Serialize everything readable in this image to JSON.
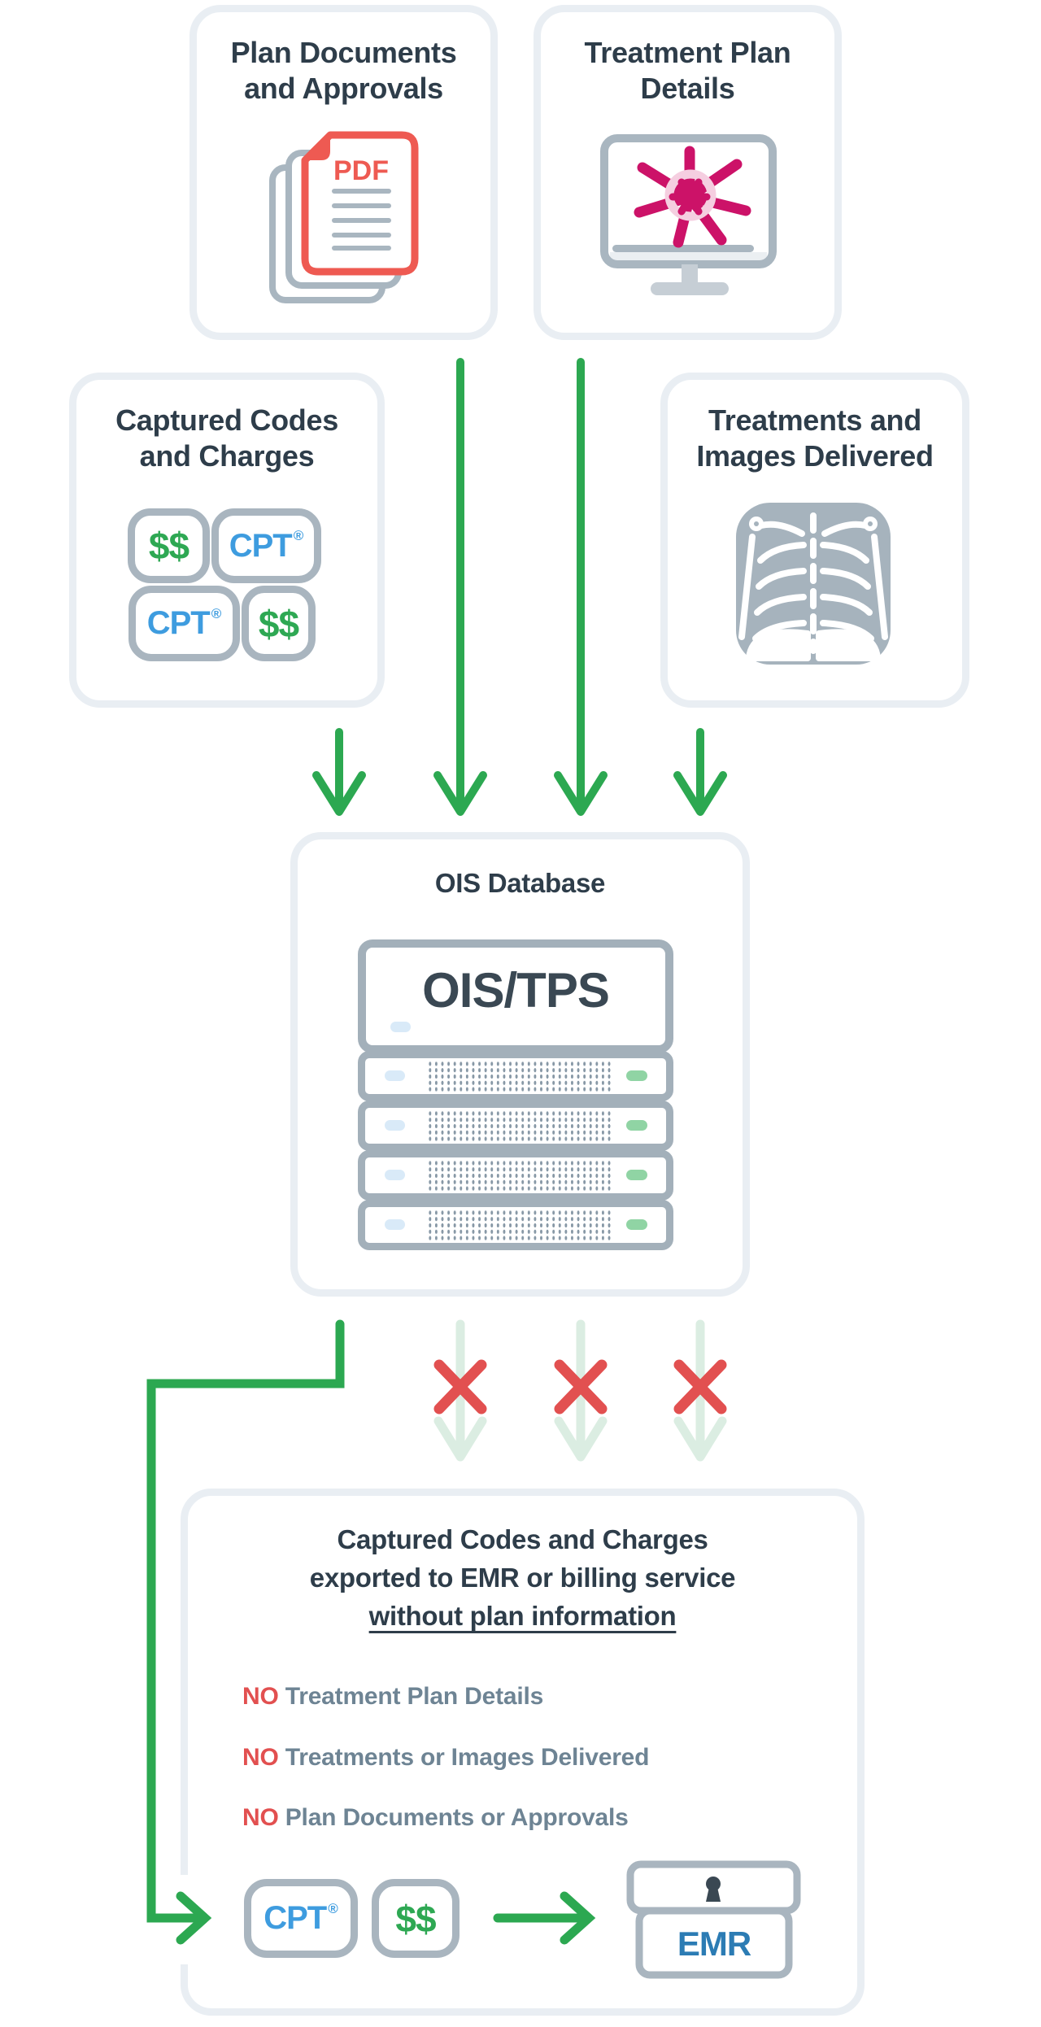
{
  "panels": {
    "plan_documents": {
      "line1": "Plan Documents",
      "line2": "and Approvals",
      "pdf_label": "PDF"
    },
    "treatment_plan": {
      "line1": "Treatment Plan",
      "line2": "Details"
    },
    "captured_codes": {
      "line1": "Captured Codes",
      "line2": "and Charges",
      "badge1": "$$",
      "badge2": "CPT",
      "badge2_sup": "®",
      "badge3": "CPT",
      "badge3_sup": "®",
      "badge4": "$$"
    },
    "treatments_images": {
      "line1": "Treatments and",
      "line2": "Images Delivered"
    },
    "ois": {
      "title": "OIS Database",
      "server_label": "OIS/TPS"
    },
    "export": {
      "line1": "Captured Codes and Charges",
      "line2": "exported to EMR or billing service",
      "line3": "without plan information",
      "no1_label": "NO",
      "no1_text": "Treatment Plan Details",
      "no2_label": "NO",
      "no2_text": "Treatments or Images Delivered",
      "no3_label": "NO",
      "no3_text": "Plan Documents or Approvals",
      "cpt": "CPT",
      "cpt_sup": "®",
      "money": "$$",
      "emr": "EMR"
    }
  },
  "icons": {
    "pdf_document": "pdf-document-icon",
    "monitor_beams": "monitor-radiation-beam-icon",
    "xray": "chest-xray-icon",
    "server": "server-rack-icon",
    "lockbox": "emr-lockbox-icon"
  },
  "colors": {
    "green_arrow": "#2CA851",
    "pale_green_arrow": "#DBEDE2",
    "red_x": "#E25050",
    "pdf_red": "#EE5A52",
    "cpt_blue": "#3E9CDF",
    "emr_blue": "#2C7CB4",
    "money_green": "#2EA853",
    "heading_dark": "#2E3D4A",
    "slate_text": "#6E8494",
    "icon_gray": "#A9B6C0",
    "magenta_beam": "#CC1268",
    "panel_border": "#E9EEF3"
  }
}
